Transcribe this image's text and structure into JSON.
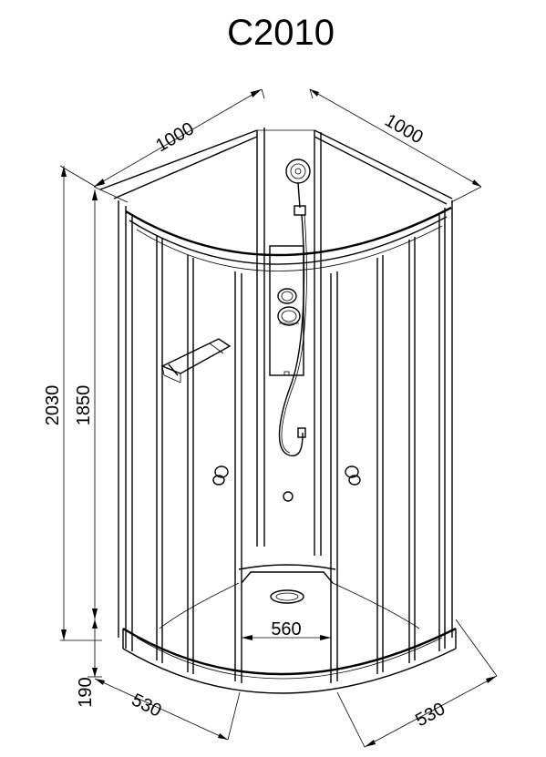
{
  "title": "C2010",
  "dimensions": {
    "width_left": "1000",
    "width_right": "1000",
    "total_height": "2030",
    "glass_height": "1850",
    "tray_height": "190",
    "door_width": "560",
    "tray_left": "530",
    "tray_right": "530"
  }
}
